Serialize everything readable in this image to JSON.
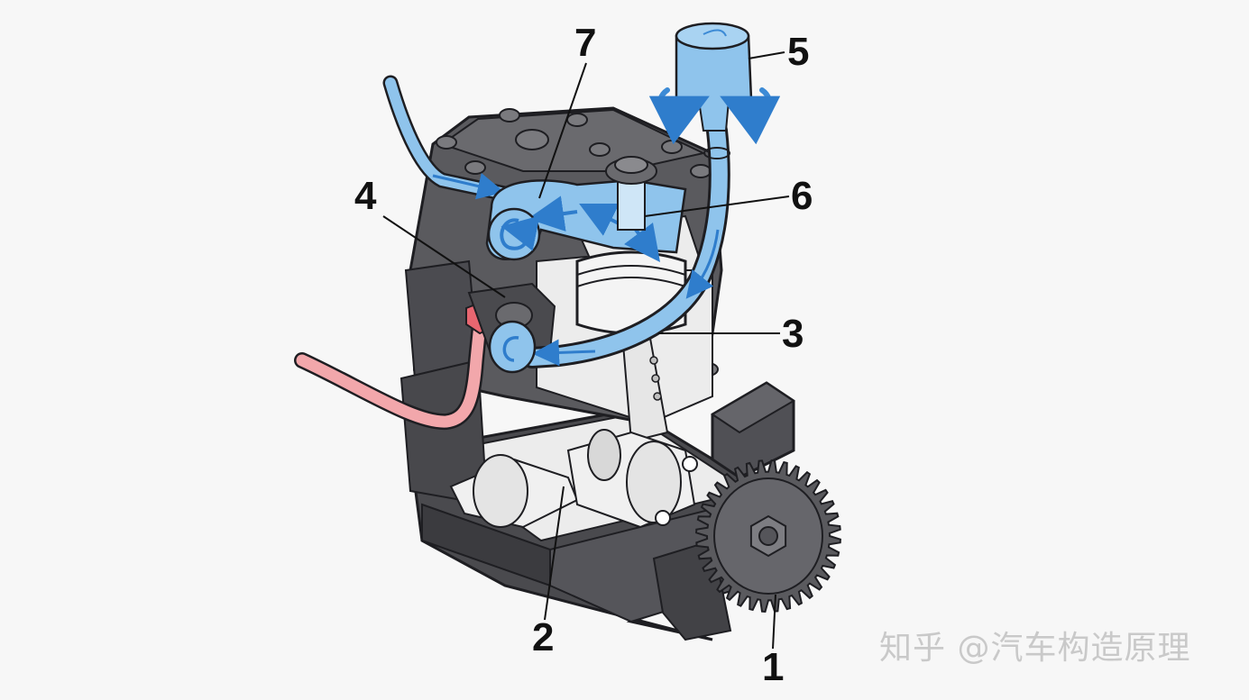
{
  "diagram": {
    "labels": [
      {
        "id": "gear",
        "text": "1"
      },
      {
        "id": "crankshaft",
        "text": "2"
      },
      {
        "id": "piston",
        "text": "3"
      },
      {
        "id": "pressure-valve",
        "text": "4"
      },
      {
        "id": "air-filter",
        "text": "5"
      },
      {
        "id": "intake-valve",
        "text": "6"
      },
      {
        "id": "outlet-port",
        "text": "7"
      }
    ]
  },
  "watermark": {
    "text": "知乎 @汽车构造原理"
  },
  "colors": {
    "housing": "#5a5a5e",
    "housing_dark": "#3e3e42",
    "air": "#8fc4ec",
    "air_dark": "#3d8bd6",
    "line_pink": "#f2a7ab",
    "fitting_red": "#e86670",
    "interior": "#ececec"
  }
}
